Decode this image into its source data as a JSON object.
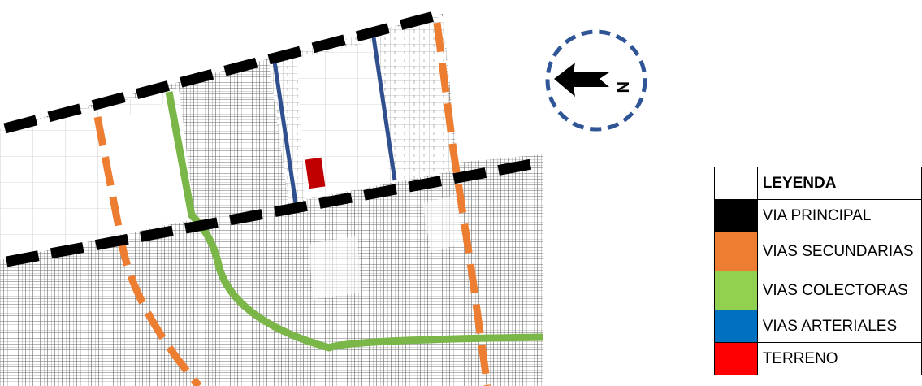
{
  "compass": {
    "north_label": "N",
    "icon": "north-arrow-icon"
  },
  "legend": {
    "title": "LEYENDA",
    "items": [
      {
        "label": "VIA PRINCIPAL",
        "color": "#000000"
      },
      {
        "label": "VIAS SECUNDARIAS",
        "color": "#ed7d31"
      },
      {
        "label": "VIAS COLECTORAS",
        "color": "#92d050"
      },
      {
        "label": "VIAS ARTERIALES",
        "color": "#0070c0"
      },
      {
        "label": "TERRENO",
        "color": "#ff0000"
      }
    ]
  },
  "colors": {
    "via_principal": "#000000",
    "vias_secundarias": "#ed7d31",
    "vias_colectoras": "#7ab648",
    "vias_arteriales": "#2f4f8f",
    "terreno": "#c00000",
    "compass_ring": "#2f5597"
  }
}
